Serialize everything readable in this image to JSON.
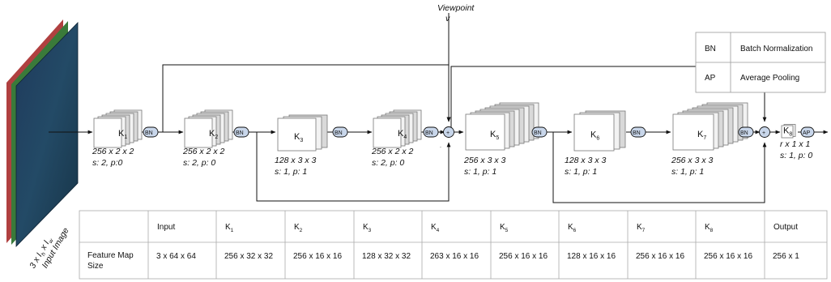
{
  "viewpoint": {
    "label": "Viewpoint",
    "symbol": "v"
  },
  "input_image": {
    "dims": "3 x I",
    "dims_h": "h",
    "dims_mid": " x I",
    "dims_w": "w",
    "label": "Input Image"
  },
  "kernels": [
    {
      "base": "K",
      "index": "1",
      "dims": "256 x 2 x 2",
      "params": "s: 2, p:0"
    },
    {
      "base": "K",
      "index": "2",
      "dims": "256 x 2 x 2",
      "params": "s: 2, p: 0"
    },
    {
      "base": "K",
      "index": "3",
      "dims": "128 x 3 x 3",
      "params": "s: 1, p: 1"
    },
    {
      "base": "K",
      "index": "4",
      "dims": "256 x 2 x 2",
      "params": "s: 2, p: 0"
    },
    {
      "base": "K",
      "index": "5",
      "dims": "256 x 3 x 3",
      "params": "s: 1, p: 1"
    },
    {
      "base": "K",
      "index": "6",
      "dims": "128 x 3 x 3",
      "params": "s: 1, p: 1"
    },
    {
      "base": "K",
      "index": "7",
      "dims": "256 x 3 x 3",
      "params": "s: 1, p: 1"
    },
    {
      "base": "K",
      "index": "8",
      "dims": "r x 1 x 1",
      "params": "s: 1, p: 0"
    }
  ],
  "ops": {
    "bn": "BN",
    "ap": "AP",
    "plus": "+"
  },
  "legend": [
    {
      "abbr": "BN",
      "full": "Batch Normalization"
    },
    {
      "abbr": "AP",
      "full": "Average Pooling"
    }
  ],
  "table": {
    "header": [
      "",
      "Input",
      "K1",
      "K2",
      "K3",
      "K4",
      "K5",
      "K6",
      "K7",
      "K8",
      "Output"
    ],
    "row_label_lines": [
      "Feature Map",
      "Size"
    ],
    "values": [
      "3 x 64 x 64",
      "256 x 32 x 32",
      "256 x 16 x 16",
      "128 x 32 x 32",
      "263 x 16 x 16",
      "256 x 16 x 16",
      "128 x 16 x 16",
      "256 x 16 x 16",
      "256 x 16 x 16",
      "256 x 1"
    ]
  }
}
